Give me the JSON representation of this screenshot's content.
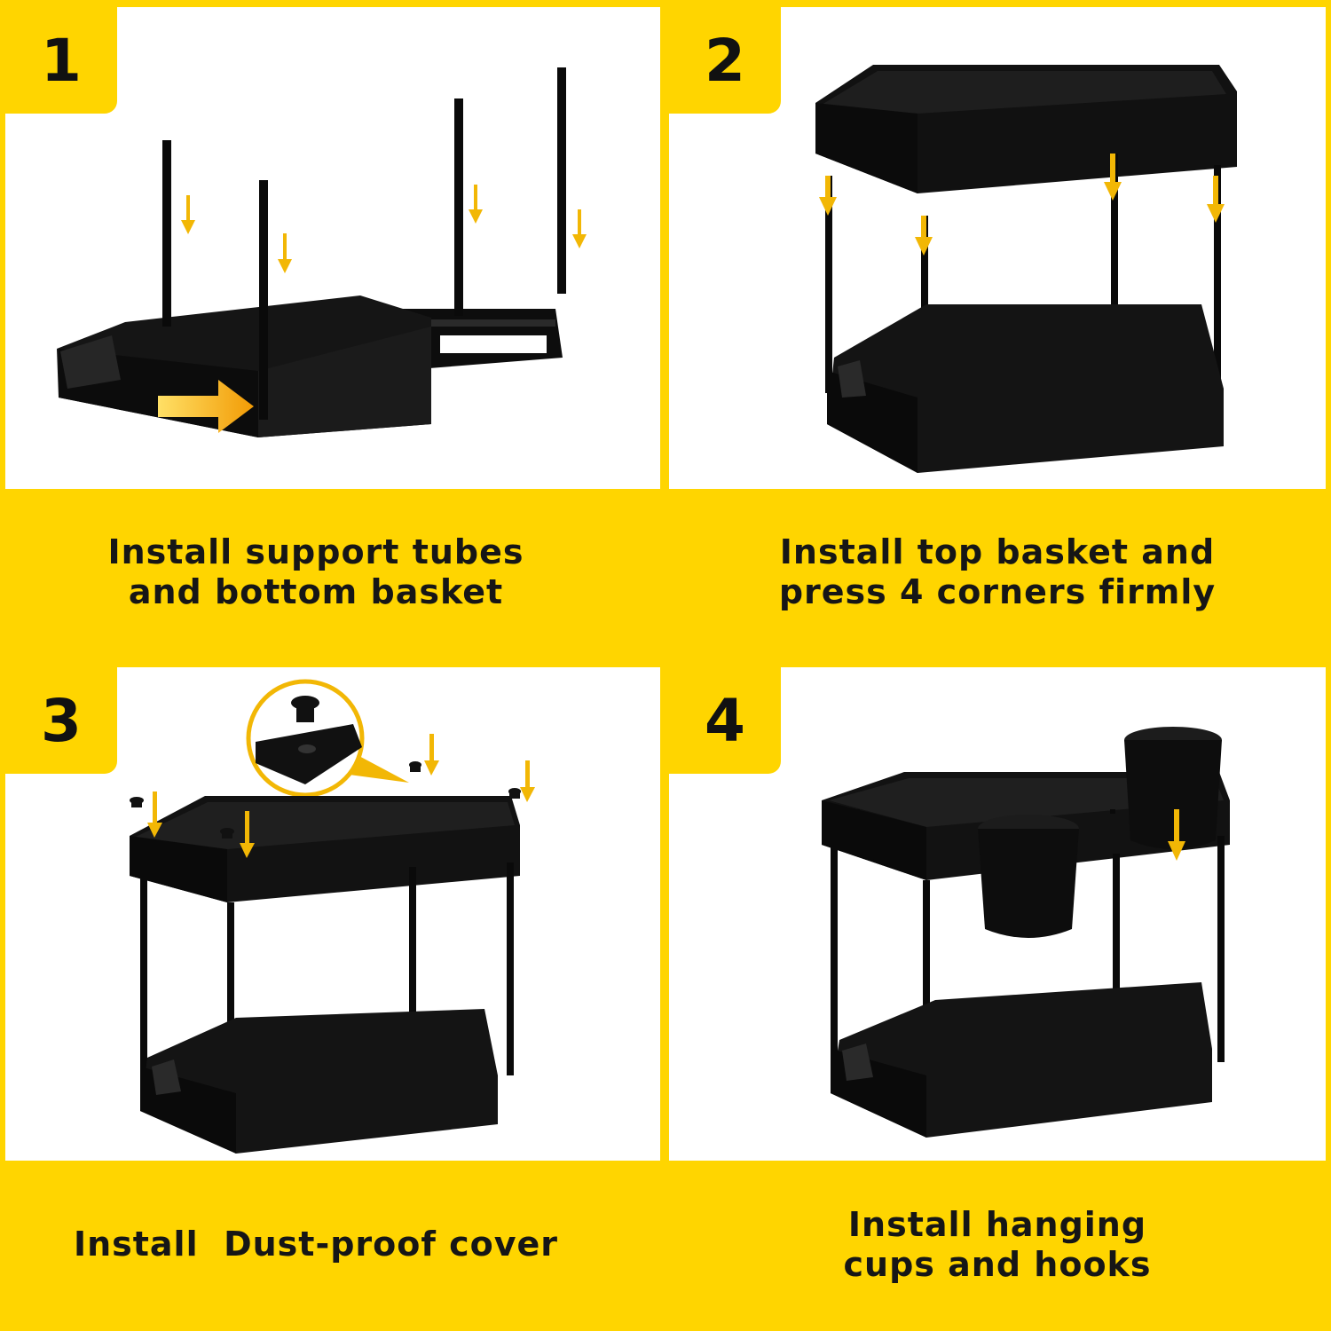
{
  "accent_color": "#ffd500",
  "arrow_color": "#f2b705",
  "product_color": "#111111",
  "steps": [
    {
      "number": "1",
      "caption_line1": "Install support tubes",
      "caption_line2": "and bottom basket"
    },
    {
      "number": "2",
      "caption_line1": "Install top basket and",
      "caption_line2": "press 4 corners firmly"
    },
    {
      "number": "3",
      "caption_line1": "Install  Dust-proof cover",
      "caption_line2": ""
    },
    {
      "number": "4",
      "caption_line1": "Install hanging",
      "caption_line2": "cups and hooks"
    }
  ]
}
